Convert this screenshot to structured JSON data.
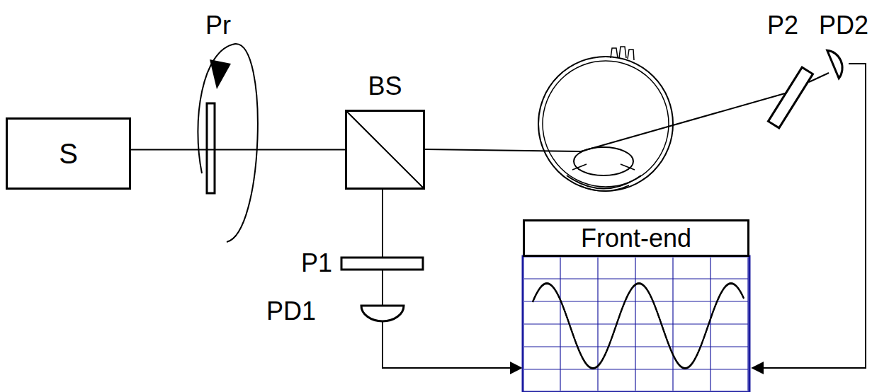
{
  "diagram": {
    "nodes": [
      {
        "text": [
          "S"
        ]
      },
      {
        "text": [
          "BS"
        ]
      },
      {
        "text": [
          "Front-end"
        ]
      }
    ],
    "edges": [
      {
        "from": 0,
        "to": 1,
        "arrow": "none"
      }
    ],
    "labels": [
      "Pr",
      "P1",
      "PD1",
      "P2",
      "PD2"
    ]
  }
}
